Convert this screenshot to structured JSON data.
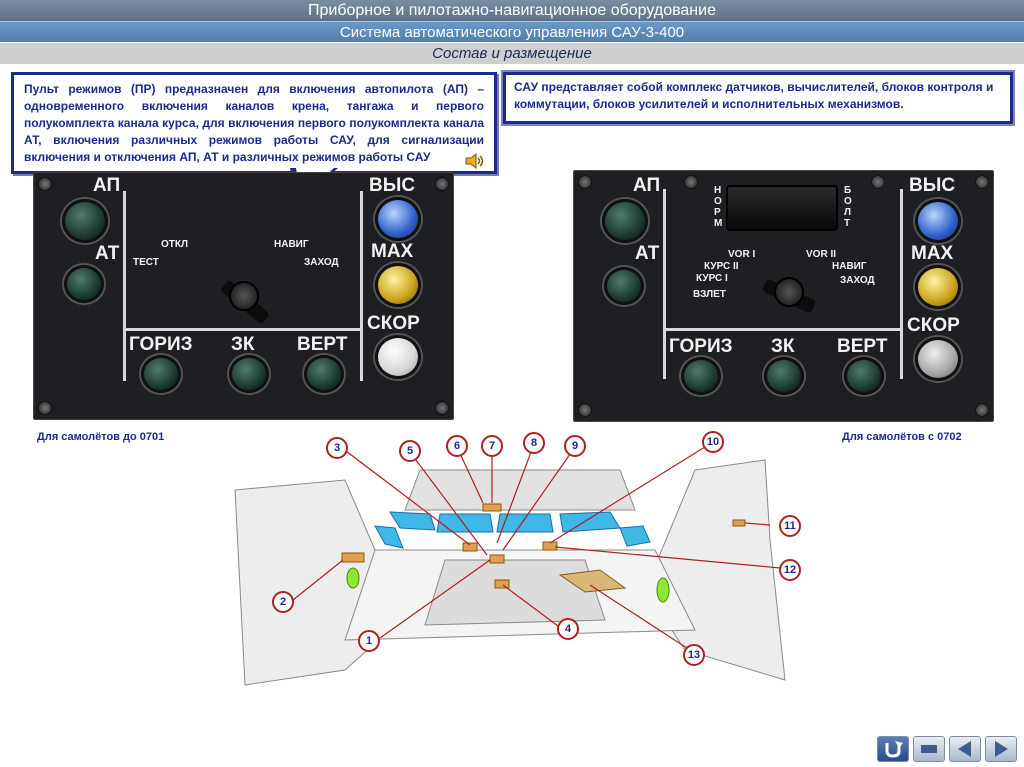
{
  "header": {
    "line1": "Приборное и пилотажно-навигационное оборудование",
    "line2": "Система автоматического управления САУ-3-400",
    "line3": "Состав и размещение"
  },
  "callout": {
    "text": "Пульт режимов (ПР) предназначен для включения автопилота (АП) – одновременного включения каналов крена, тангажа и первого полукомплекта канала курса, для включения первого полукомплекта канала АТ, включения различных режимов работы САУ, для сигнализации включения и отключения АП, АТ и различных режимов работы САУ"
  },
  "info_box": {
    "text": "САУ представляет собой комплекс датчиков, вычислителей, блоков контроля и коммутации, блоков усилителей и исполнительных механизмов."
  },
  "panel1": {
    "ap": "АП",
    "at": "АТ",
    "vys": "ВЫС",
    "max": "МАХ",
    "skor": "СКОР",
    "goriz": "ГОРИЗ",
    "zk": "ЗК",
    "vert": "ВЕРТ",
    "otkl": "ОТКЛ",
    "navig": "НАВИГ",
    "test": "ТЕСТ",
    "zahod": "ЗАХОД"
  },
  "panel2": {
    "ap": "АП",
    "at": "АТ",
    "vys": "ВЫС",
    "max": "МАХ",
    "skor": "СКОР",
    "goriz": "ГОРИЗ",
    "zk": "ЗК",
    "vert": "ВЕРТ",
    "norm": "НОРМ",
    "bolt": "БОЛТ",
    "vor1_left": "VOR I",
    "vor2_right": "VOR II",
    "kurs2": "КУРС II",
    "navig": "НАВИГ",
    "kurs1": "КУРС I",
    "zahod": "ЗАХОД",
    "vzlet": "ВЗЛЕТ"
  },
  "captions": {
    "left": "Для самолётов до 0701",
    "right": "Для самолётов с 0702"
  },
  "markers": [
    "1",
    "2",
    "3",
    "4",
    "5",
    "6",
    "7",
    "8",
    "9",
    "10",
    "11",
    "12",
    "13"
  ],
  "colors": {
    "accent": "#1c2a8c",
    "marker_border": "#b02020"
  }
}
